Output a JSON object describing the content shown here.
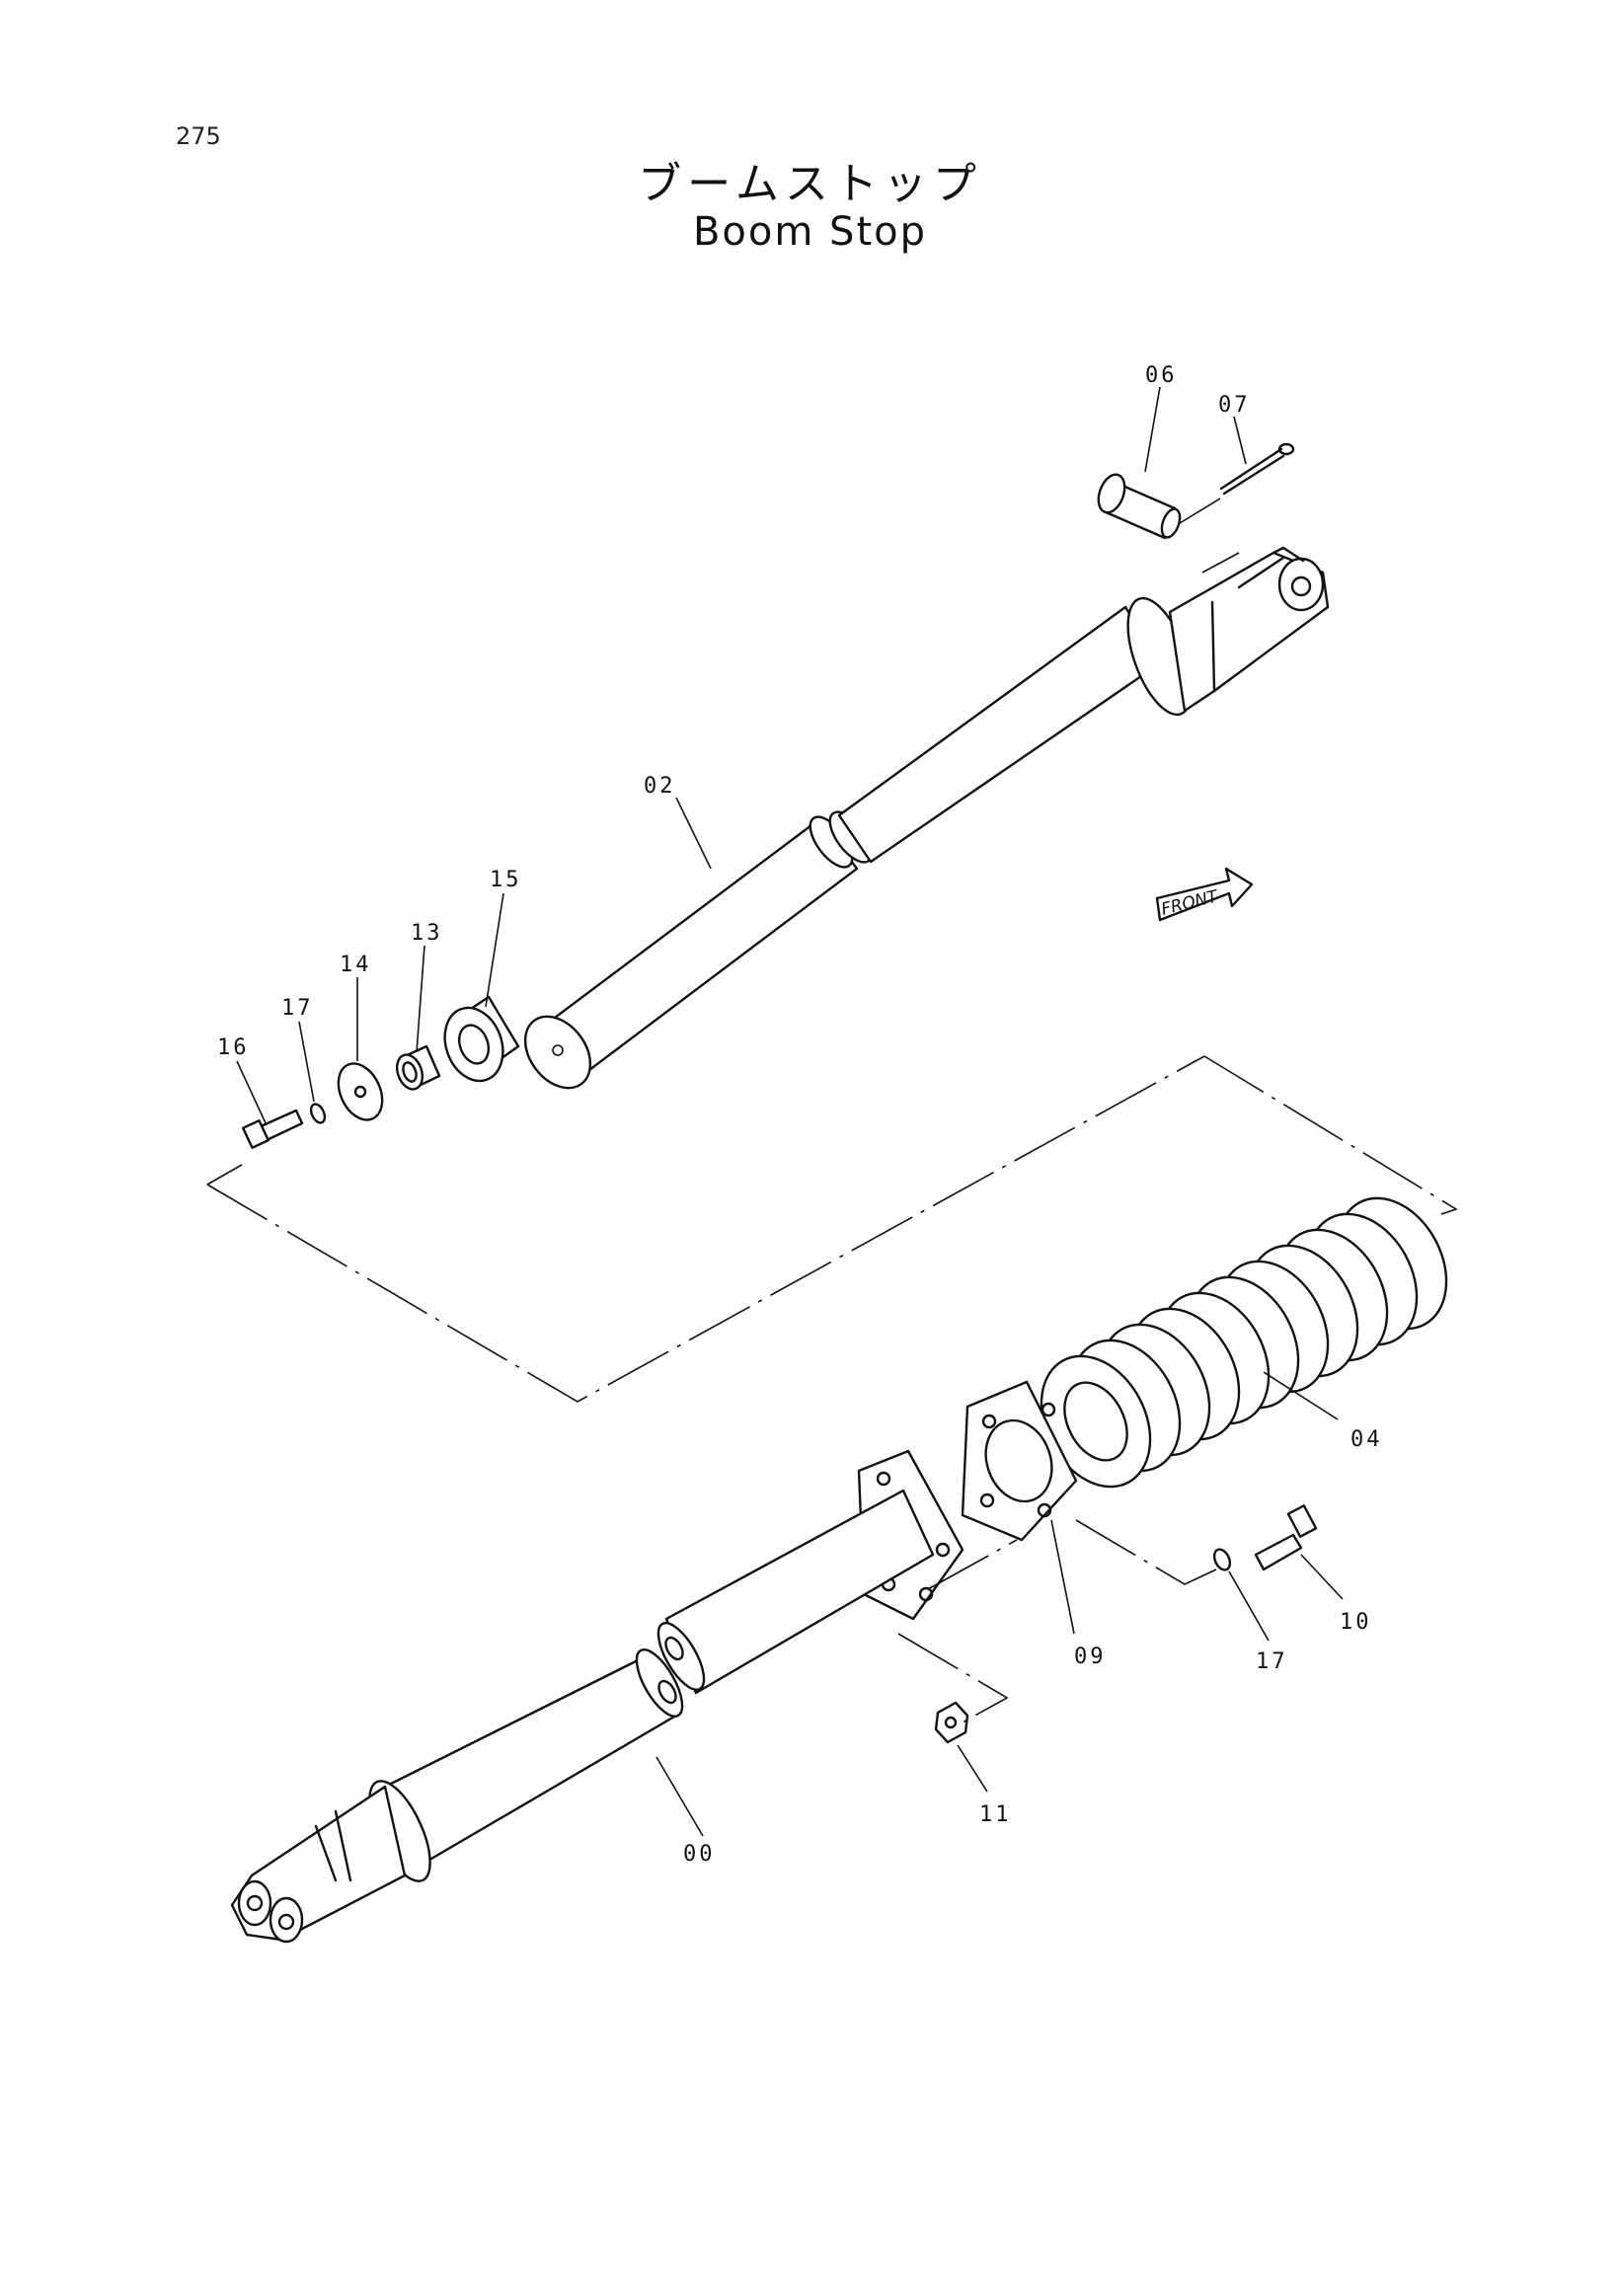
{
  "page_number": "275",
  "title_jp": "ブームストップ",
  "title_en": "Boom Stop",
  "direction_marker": "FRONT",
  "part_labels": {
    "p00": "00",
    "p02": "02",
    "p04": "04",
    "p06": "06",
    "p07": "07",
    "p09": "09",
    "p10": "10",
    "p11": "11",
    "p13": "13",
    "p14": "14",
    "p15": "15",
    "p16": "16",
    "p17a": "17",
    "p17b": "17"
  }
}
